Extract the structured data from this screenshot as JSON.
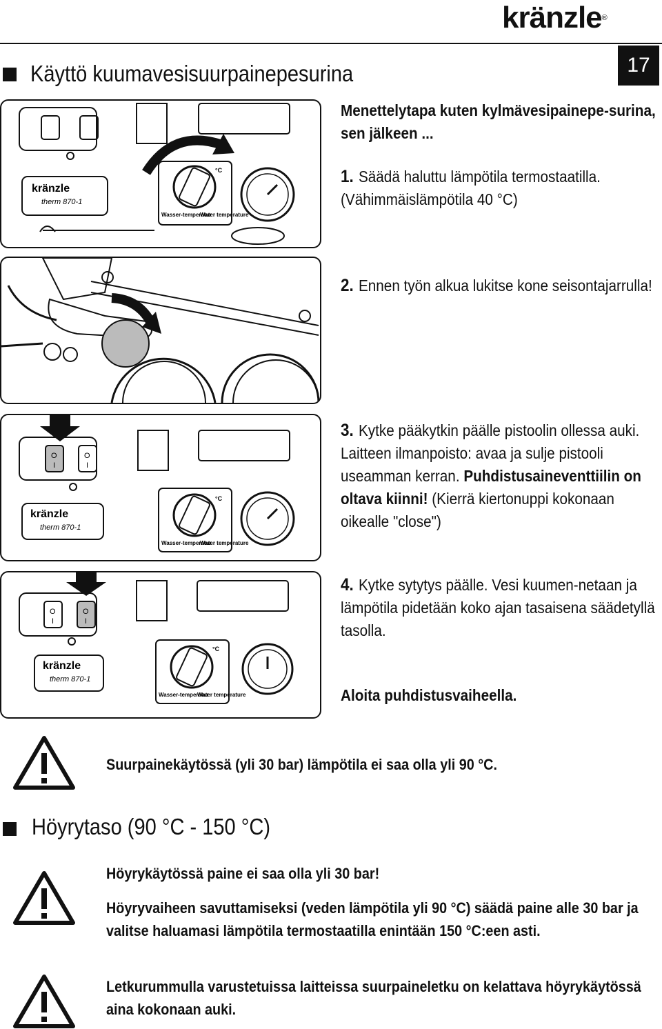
{
  "header": {
    "logo": "kränzle",
    "page_number": "17"
  },
  "section1": {
    "title": "Käyttö kuumavesisuurpainepesurina",
    "intro": "Menettelytapa kuten kylmävesipainepe-surina, sen jälkeen ...",
    "steps": [
      {
        "num": "1.",
        "text": "Säädä haluttu lämpötila termostaatilla. (Vähimmäislämpötila 40 °C)"
      },
      {
        "num": "2.",
        "text": "Ennen työn alkua lukitse kone seisontajarrulla!"
      },
      {
        "num": "3.",
        "text_a": "Kytke pääkytkin päälle pistoolin ollessa auki. Laitteen ilmanpoisto: avaa ja sulje pistooli useamman kerran. ",
        "text_bold": "Puhdistusaineventtiilin on oltava kiinni!",
        "text_b": " (Kierrä kiertonuppi kokonaan oikealle \"close\")"
      },
      {
        "num": "4.",
        "text": "Kytke sytytys päälle. Vesi kuumen-netaan ja lämpötila pidetään koko ajan tasaisena säädetyllä tasolla."
      }
    ],
    "start": "Aloita puhdistusvaiheella.",
    "warning": "Suurpainekäytössä (yli 30 bar) lämpötila ei saa olla yli 90 °C."
  },
  "section2": {
    "title": "Höyrytaso (90 °C - 150 °C)",
    "warning1_line1": "Höyrykäytössä paine ei saa olla yli 30 bar!",
    "warning1_line2": "Höyryvaiheen savuttamiseksi (veden lämpötila yli 90 °C) säädä paine alle 30 bar ja valitse haluamasi lämpötila termostaatilla enintään 150 °C:een asti.",
    "warning2": "Letkurummulla varustetuissa laitteissa suurpaineletku on kelattava höyrykäytössä aina kokonaan auki."
  },
  "panel": {
    "brand": "kränzle",
    "model": "therm 870-1",
    "label_de": "Wasser-temperatur",
    "label_en": "Water temperature",
    "unit": "°C",
    "switch_on": "I",
    "switch_off": "O"
  }
}
